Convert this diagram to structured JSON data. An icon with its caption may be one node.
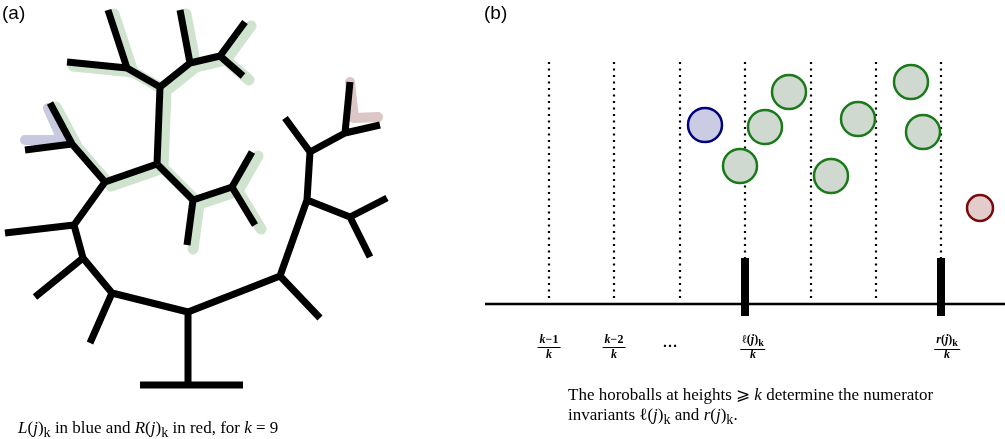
{
  "diagram": {
    "labels": [
      "(a)",
      "*L*(*j*)$_{k}$ in blue and *R*(*j*)$_{k}$ in red, for *k* = 9",
      "(b)",
      "*k*−1",
      "*k*",
      "*k*−2",
      "*k*",
      "…",
      "ℓ(*j*)$_{k}$",
      "*k*",
      "*r*(*j*)$_{k}$",
      "*k*",
      "The horoballs at heights ⩾ *k* determine the numerator invariants ℓ(*j*)$_{k}$ and *r*(*j*)$_{k}$."
    ]
  }
}
